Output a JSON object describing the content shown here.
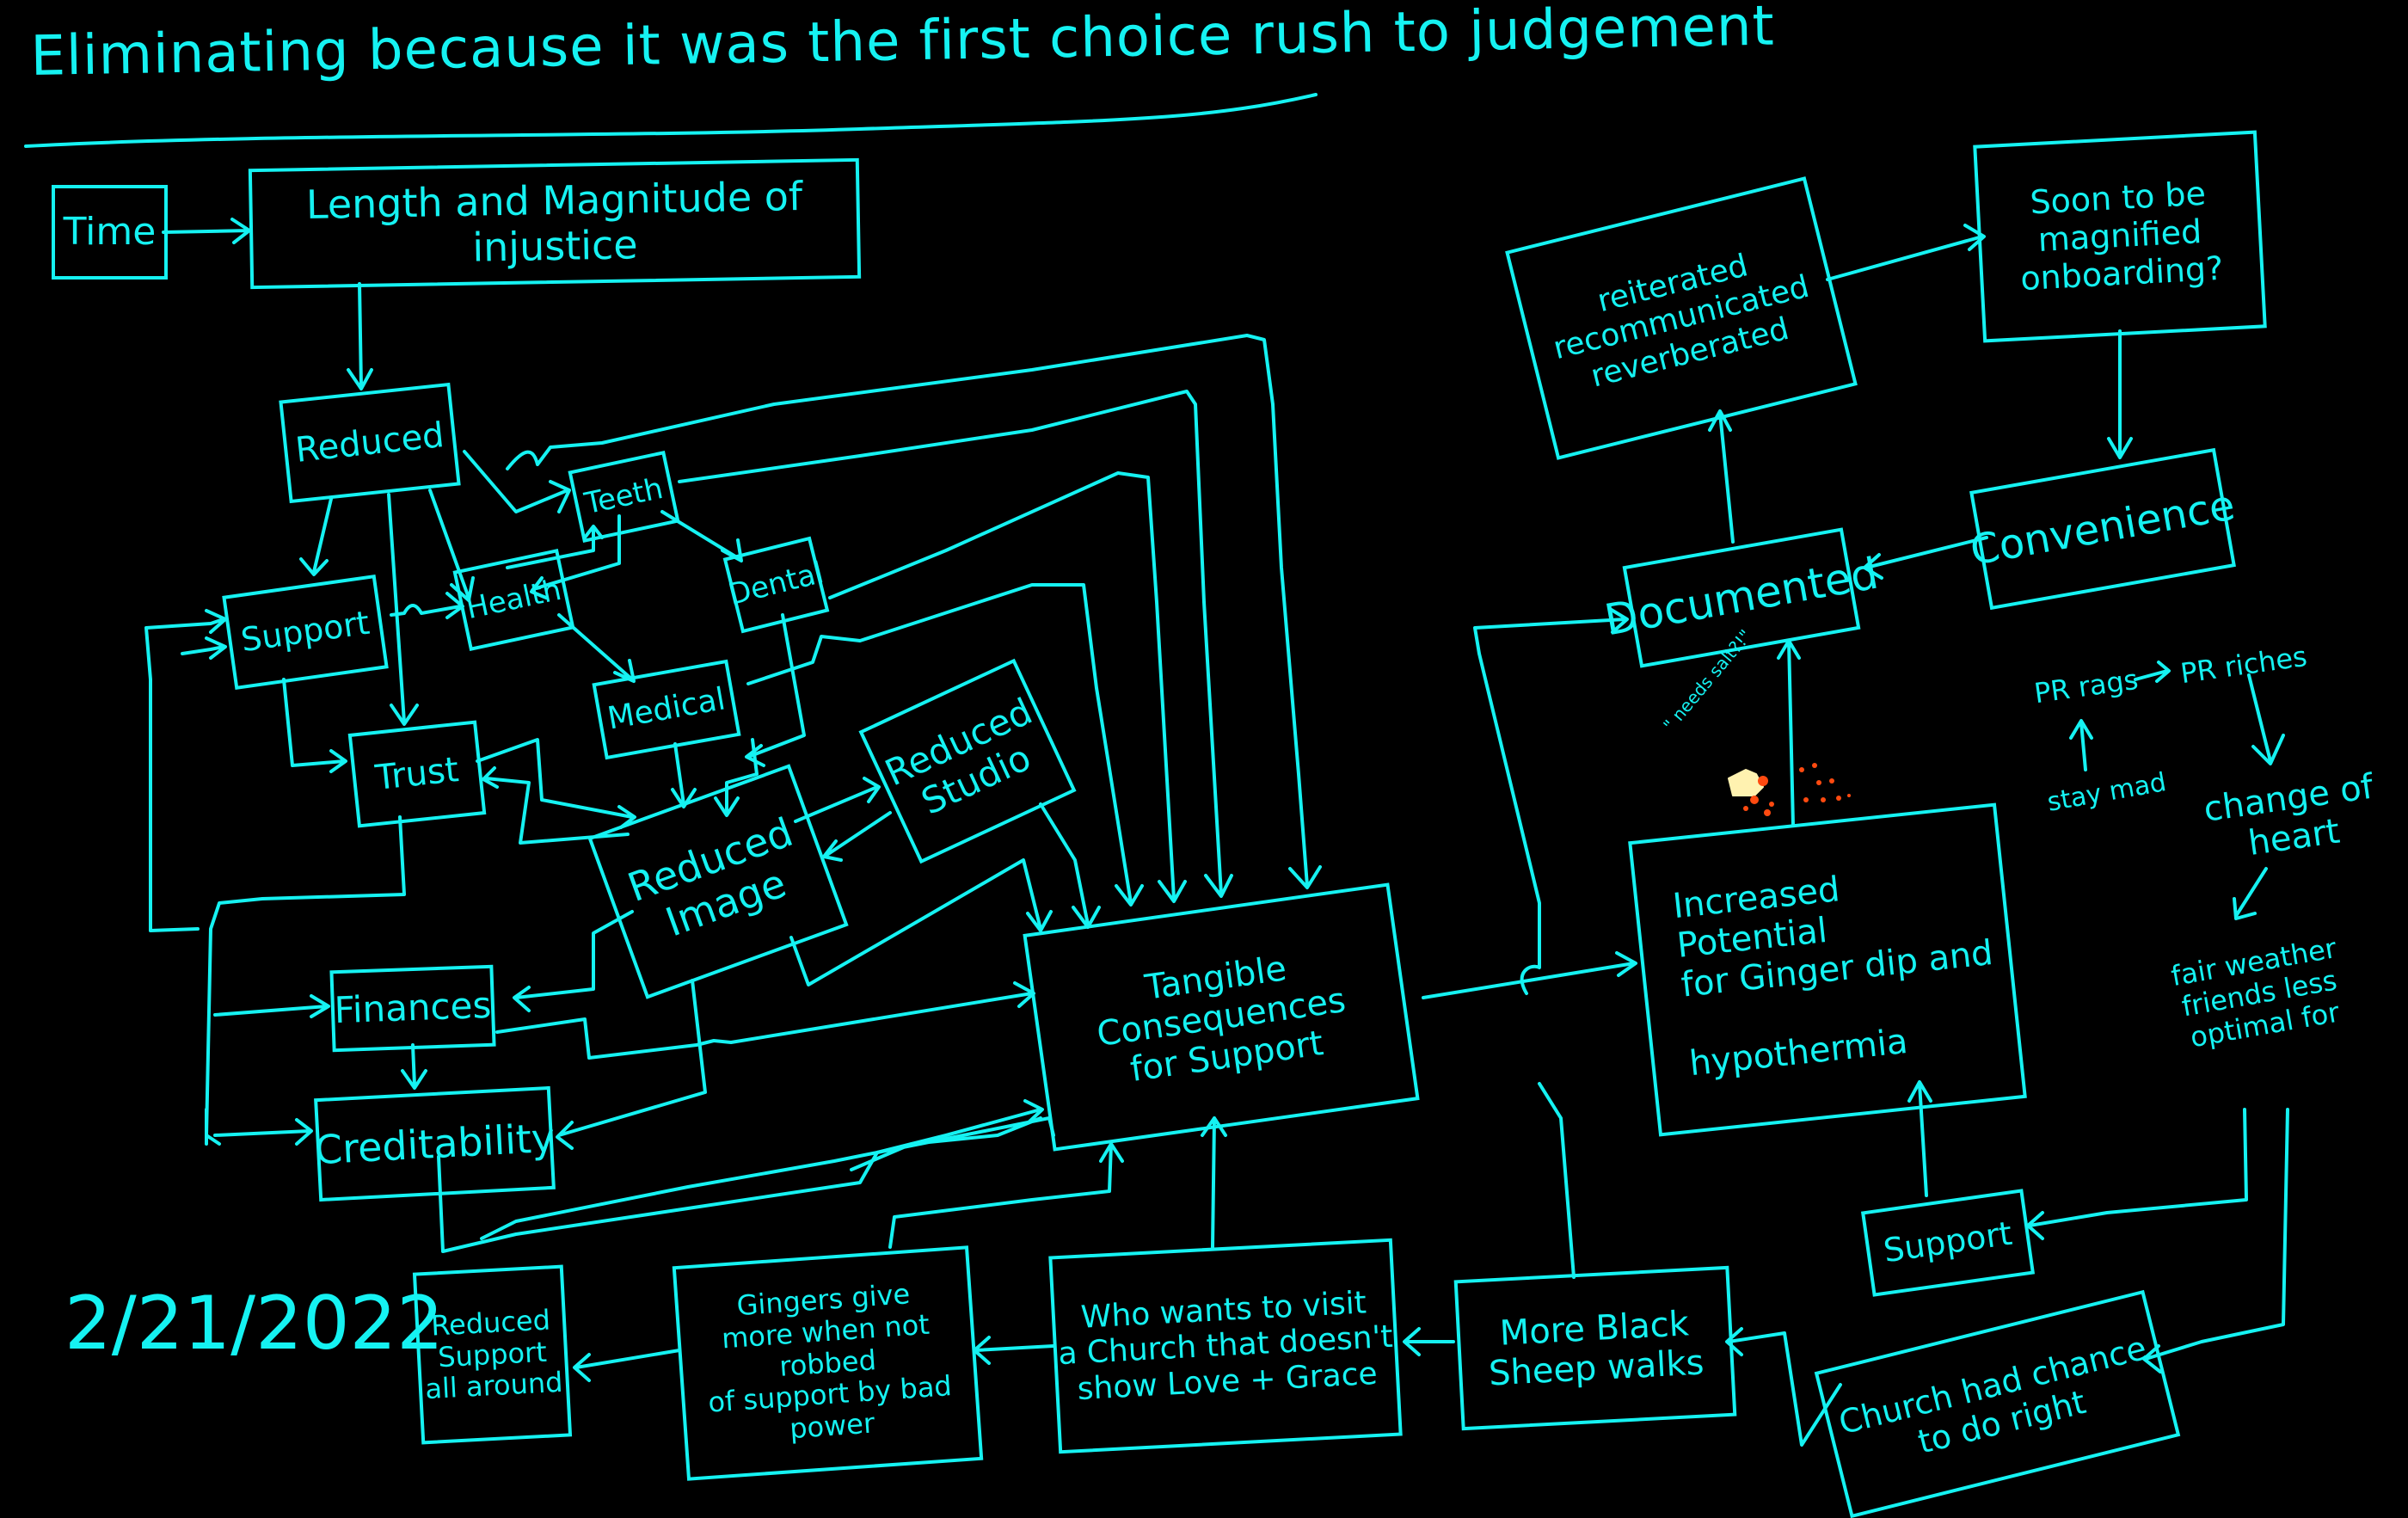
{
  "colors": {
    "background": "#000000",
    "ink": "#15F2F2",
    "salt": "#FFF2B0",
    "pepper": "#FF4A10"
  },
  "title": "Eliminating  because it was the first choice rush to judgement",
  "date": "2/21/2022",
  "nodes": {
    "time": "Time",
    "length_magnitude": "Length and Magnitude of injustice",
    "reduced": "Reduced",
    "teeth": "Teeth",
    "support_left": "Support",
    "health": "Health",
    "dental": "Dental",
    "medical": "Medical",
    "trust": "Trust",
    "reduced_image": "Reduced\nImage",
    "reduced_studio": "Reduced\nStudio",
    "finances": "Finances",
    "creditability": "Creditability",
    "tangible": "Tangible  Consequences\nfor Support",
    "reduced_support": "Reduced\nSupport\nall around",
    "gingers_give": "Gingers give\nmore when not robbed\nof support by bad\npower",
    "who_wants": "Who wants to visit\na Church that doesn't\nshow Love + Grace",
    "black_sheep": "More Black\nSheep walks",
    "church_chance": "Church had chance\nto do right",
    "support_right": "Support",
    "increased_potential": "Increased  Potential\nfor Ginger dip and\n\nhypothermia",
    "documented": "Documented",
    "reiterated": "reiterated\nrecommunicated\nreverberated",
    "soon_magnified": "Soon to be\nmagnified\nonboarding?",
    "convenience": "Convenience"
  },
  "annotations": {
    "needs_salt": "\" needs salt?!\"",
    "pr_rags": "PR rags",
    "pr_riches": "PR riches",
    "stay_mad": "stay mad",
    "change_of_heart": "change of\nheart",
    "fair_weather": "fair weather\nfriends less\noptimal for"
  }
}
